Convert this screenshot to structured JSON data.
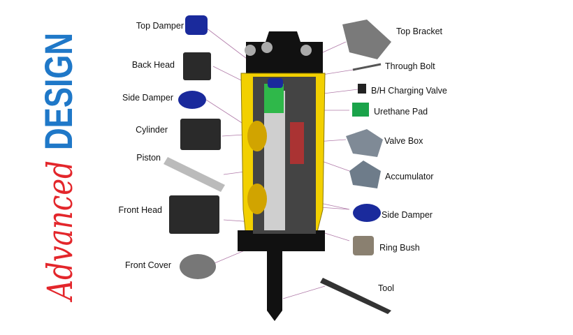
{
  "title": {
    "word1": "Advanced",
    "word2": "DESIGN"
  },
  "colors": {
    "design_blue": "#1f78c8",
    "advanced_red": "#e3262b",
    "housing_yellow": "#f2d000",
    "damper_blue": "#1a2a9c",
    "pad_green": "#1aa34a"
  },
  "labels_left": [
    "Top Damper",
    "Back Head",
    "Side Damper",
    "Cylinder",
    "Piston",
    "Front Head",
    "Front Cover"
  ],
  "labels_right": [
    "Top Bracket",
    "Through Bolt",
    "B/H Charging Valve",
    "Urethane Pad",
    "Valve Box",
    "Accumulator",
    "Side Damper",
    "Ring Bush",
    "Tool"
  ]
}
